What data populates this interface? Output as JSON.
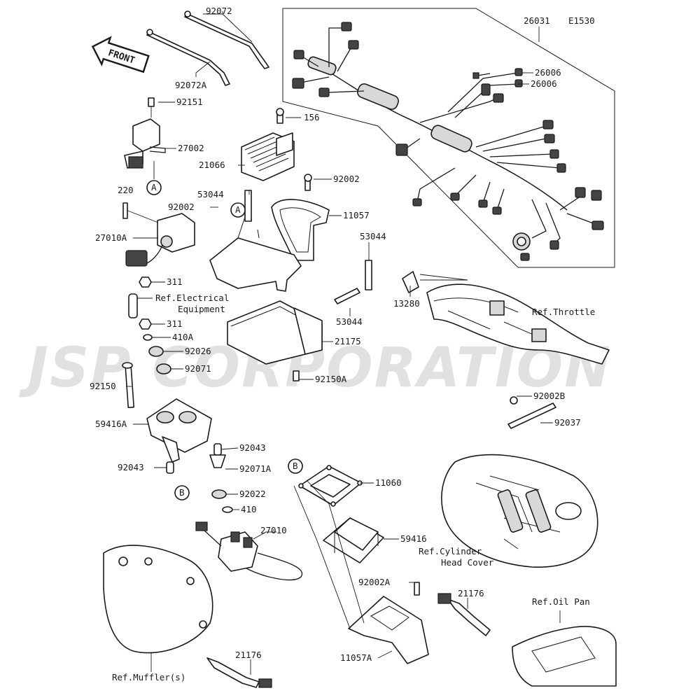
{
  "figure_code": "E1530",
  "front_label": "FRONT",
  "watermark": {
    "text": "JSP CORPORATION"
  },
  "callout_letters": [
    "A",
    "A",
    "B",
    "B"
  ],
  "parts": [
    "92072",
    "92072A",
    "92151",
    "27002",
    "156",
    "21066",
    "92002",
    "53044",
    "92002",
    "11057",
    "220",
    "27010A",
    "311",
    "311",
    "410A",
    "92026",
    "92071",
    "92150",
    "59416A",
    "92043",
    "92043",
    "92071A",
    "92022",
    "410",
    "27010",
    "53044",
    "53044",
    "21175",
    "92150A",
    "26031",
    "26006",
    "26006",
    "13280",
    "92002B",
    "92037",
    "11060",
    "59416",
    "92002A",
    "11057A",
    "21176",
    "21176"
  ],
  "references": [
    "Ref.Electrical",
    "Equipment",
    "Ref.Throttle",
    "Ref.Cylinder",
    "Head Cover",
    "Ref.Oil Pan",
    "Ref.Muffler(s)"
  ]
}
